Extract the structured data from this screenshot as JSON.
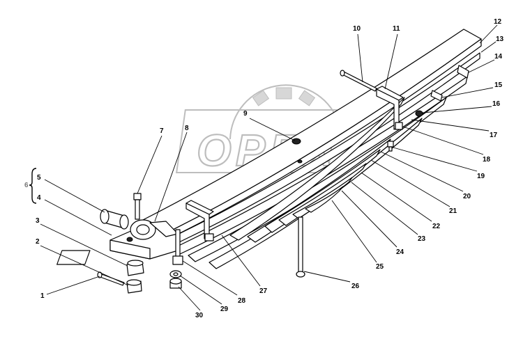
{
  "watermark": {
    "text": "OPEX"
  },
  "group_label": "6",
  "callouts": [
    {
      "id": "1",
      "label": "1"
    },
    {
      "id": "2",
      "label": "2"
    },
    {
      "id": "3",
      "label": "3"
    },
    {
      "id": "4",
      "label": "4"
    },
    {
      "id": "5",
      "label": "5"
    },
    {
      "id": "7",
      "label": "7"
    },
    {
      "id": "8",
      "label": "8"
    },
    {
      "id": "9",
      "label": "9"
    },
    {
      "id": "10",
      "label": "10"
    },
    {
      "id": "11",
      "label": "11"
    },
    {
      "id": "12",
      "label": "12"
    },
    {
      "id": "13",
      "label": "13"
    },
    {
      "id": "14",
      "label": "14"
    },
    {
      "id": "15",
      "label": "15"
    },
    {
      "id": "16",
      "label": "16"
    },
    {
      "id": "17",
      "label": "17"
    },
    {
      "id": "18",
      "label": "18"
    },
    {
      "id": "19",
      "label": "19"
    },
    {
      "id": "20",
      "label": "20"
    },
    {
      "id": "21",
      "label": "21"
    },
    {
      "id": "22",
      "label": "22"
    },
    {
      "id": "23",
      "label": "23"
    },
    {
      "id": "24",
      "label": "24"
    },
    {
      "id": "25",
      "label": "25"
    },
    {
      "id": "26",
      "label": "26"
    },
    {
      "id": "27",
      "label": "27"
    },
    {
      "id": "28",
      "label": "28"
    },
    {
      "id": "29",
      "label": "29"
    },
    {
      "id": "30",
      "label": "30"
    }
  ]
}
